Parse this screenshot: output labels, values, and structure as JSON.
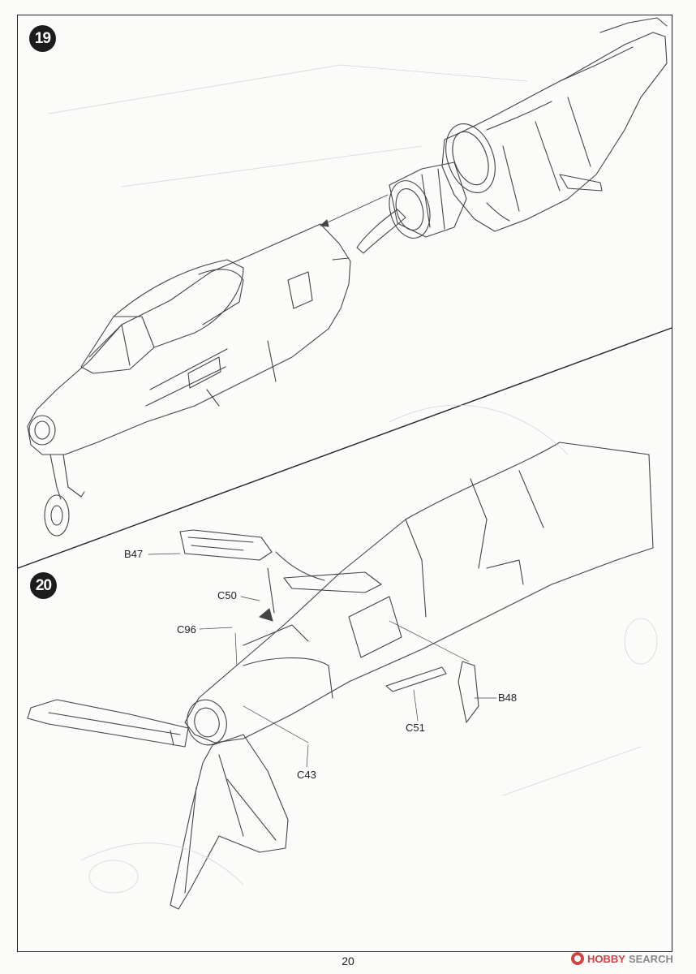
{
  "steps": [
    {
      "number": "19"
    },
    {
      "number": "20"
    }
  ],
  "parts": {
    "b47": "B47",
    "c50": "C50",
    "c96": "C96",
    "b48": "B48",
    "c51": "C51",
    "c43": "C43"
  },
  "footer": {
    "page_number": "20"
  },
  "watermark": {
    "brand_hobby": "HOBBY",
    "brand_search": "SEARCH"
  },
  "colors": {
    "line": "#444444",
    "badge": "#1c1c1c",
    "watermark": "#cc4444"
  }
}
